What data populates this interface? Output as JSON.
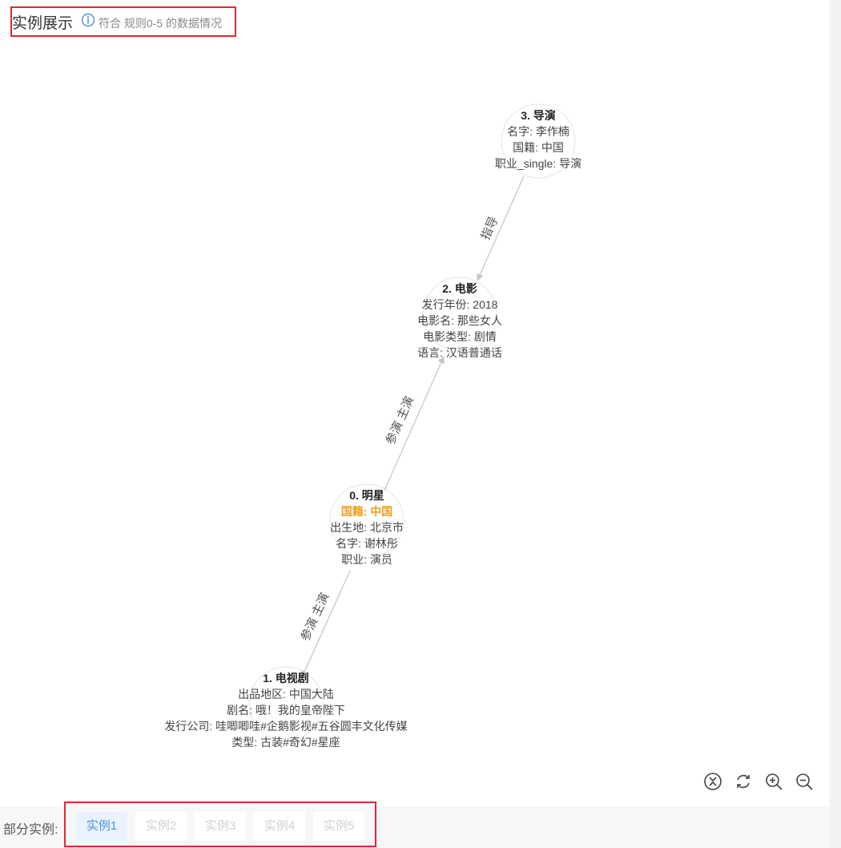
{
  "header": {
    "title": "实例展示",
    "subtitle": "符合 规则0-5 的数据情况"
  },
  "graph": {
    "nodes": [
      {
        "id": "node3",
        "title": "3. 导演",
        "attrs": [
          {
            "text": "名字: 李作楠",
            "highlight": false
          },
          {
            "text": "国籍: 中国",
            "highlight": false
          },
          {
            "text": "职业_single: 导演",
            "highlight": false
          }
        ]
      },
      {
        "id": "node2",
        "title": "2. 电影",
        "attrs": [
          {
            "text": "发行年份: 2018",
            "highlight": false
          },
          {
            "text": "电影名: 那些女人",
            "highlight": false
          },
          {
            "text": "电影类型: 剧情",
            "highlight": false
          },
          {
            "text": "语言: 汉语普通话",
            "highlight": false
          }
        ]
      },
      {
        "id": "node0",
        "title": "0. 明星",
        "attrs": [
          {
            "text": "国籍: 中国",
            "highlight": true
          },
          {
            "text": "出生地: 北京市",
            "highlight": false
          },
          {
            "text": "名字: 谢林彤",
            "highlight": false
          },
          {
            "text": "职业: 演员",
            "highlight": false
          }
        ]
      },
      {
        "id": "node1",
        "title": "1. 电视剧",
        "attrs": [
          {
            "text": "出品地区: 中国大陆",
            "highlight": false
          },
          {
            "text": "剧名: 哦！我的皇帝陛下",
            "highlight": false
          },
          {
            "text": "发行公司: 哇唧唧哇#企鹅影视#五谷圆丰文化传媒",
            "highlight": false
          },
          {
            "text": "类型: 古装#奇幻#星座",
            "highlight": false
          }
        ]
      }
    ],
    "edges": [
      {
        "from": "node3",
        "to": "node2",
        "label": "指导"
      },
      {
        "from": "node0",
        "to": "node2",
        "label": "参演 主演"
      },
      {
        "from": "node0",
        "to": "node1",
        "label": "参演 主演"
      }
    ],
    "colors": {
      "edge": "#c8c8c8",
      "label": "#555555",
      "node_ring": "#e6e6e6",
      "highlight": "#f0a020"
    }
  },
  "toolbar": {
    "icons": [
      "collapse-icon",
      "refresh-icon",
      "zoom-in-icon",
      "zoom-out-icon"
    ]
  },
  "examples": {
    "label": "部分实例:",
    "tabs": [
      "实例1",
      "实例2",
      "实例3",
      "实例4",
      "实例5"
    ],
    "active_index": 0
  },
  "colors": {
    "accent": "#4a90e2",
    "annotation_box": "#e0282e"
  }
}
